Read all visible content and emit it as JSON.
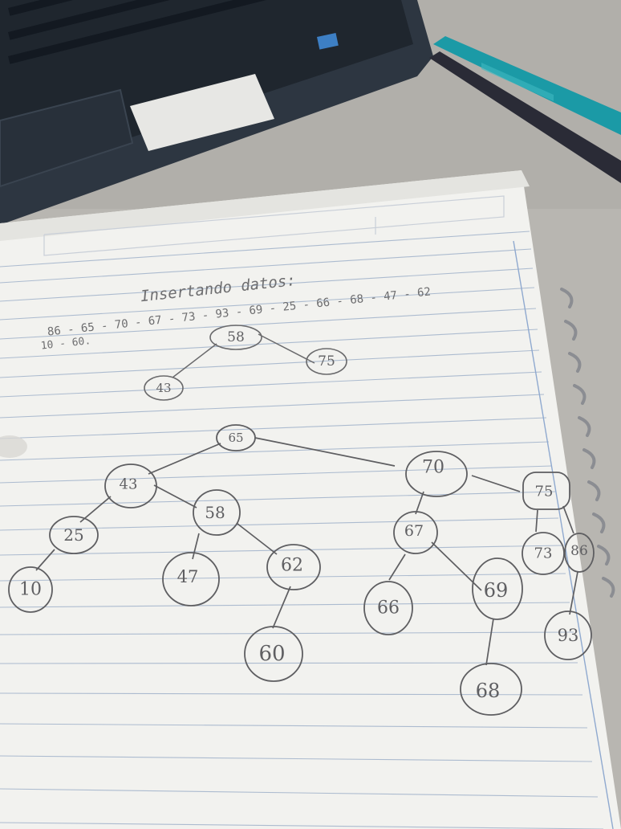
{
  "notebook": {
    "title": "Insertando datos:",
    "sequence_line_1": "86 - 65 - 70 - 67 - 73 - 93 - 69 - 25 - 66 - 68 - 47 - 62",
    "sequence_line_2": "10 - 60."
  },
  "small_tree": {
    "nodes": {
      "root": "58",
      "left": "43",
      "right": "75"
    }
  },
  "big_tree": {
    "nodes": {
      "n65": "65",
      "n43": "43",
      "n70": "70",
      "n25": "25",
      "n58": "58",
      "n10": "10",
      "n47": "47",
      "n62": "62",
      "n60": "60",
      "n67": "67",
      "n66": "66",
      "n69": "69",
      "n68": "68",
      "n75": "75",
      "n73": "73",
      "n86": "86",
      "n93": "93"
    }
  },
  "colors": {
    "desk": "#b9b7b2",
    "laptop_body": "#2c3540",
    "keyboard": "#1d242c",
    "paper": "#f3f3f1",
    "ruled_line": "#a9b9cf",
    "margin_line": "#8fa9cf",
    "pencil_ink": "#6e6e70",
    "pen_teal": "#1b9aa6",
    "pen_dark": "#2c2d3a"
  },
  "icons": {
    "laptop": "laptop-icon",
    "pen": "pen-icon",
    "spiral": "spiral-binding-icon"
  }
}
